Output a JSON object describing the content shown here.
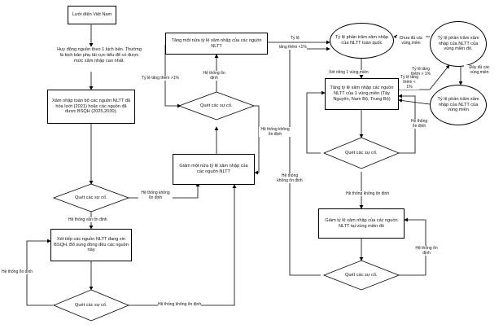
{
  "nodes": {
    "start": "Lưới điện Việt Nam",
    "mobilize": "Huy động nguồn theo 1 kịch bản. Thường là kịch bản phụ tải cực tiểu để có được mức xâm nhập cao nhất.",
    "penetrate_all": "Xâm nhập toàn bộ các nguồn NLTT đã hòa lưới (2021) hoặc các nguồn đã được BSQH (2025,2030).",
    "decision1": "Quét các sự cố.",
    "consider": "Xét tiếp các nguồn NLTT đang xin BSQH. Bổ sung đồng đều các nguồn này",
    "decision2": "Quét các sự cố.",
    "increase_half": "Tăng một nửa tỷ lệ xâm nhập của các nguồn NLTT",
    "decision3": "Quét các sự cố.",
    "decrease_half": "Giảm một nửa tỷ lệ xâm nhập của các nguồn NLTT",
    "pct_national": "Tỷ lệ phần trăm xâm nhập của NLTT toàn quốc",
    "pct_region1": "Tỷ lệ phần trăm xâm nhập của NLTT của vùng miền đó.",
    "pct_region2": "Tỷ lệ phần trăm xâm nhập của NLTT của vùng miền",
    "increase_region": "Tăng tỷ lệ xâm nhập các nguồn NLTT của 1 vùng,miền (Tây Nguyên, Nam Bộ, Trung Bộ)",
    "decision4": "Quét các sự cố.",
    "decrease_region": "Giảm tỷ lệ xâm nhập của các nguồn NLTT tại vùng miền đó",
    "decision5": "Quét các sự cố."
  },
  "labels": {
    "stable": "Hệ thống vẫn ổn định",
    "unstable1": "Hệ thống không ổn định",
    "stable_left": "Hệ thống ổn định",
    "unstable_bottom": "Hệ thống không ổn định",
    "ratio_increase_1": "Tỷ lệ tăng thêm >1%",
    "stable_mid": "Hệ thống ổn định",
    "unstable_mid": "Hệ thống không ổn định",
    "ratio_label": "Tỷ lệ",
    "ratio_increase_2": "tăng thêm <1%",
    "not_enough": "Chưa đủ các vùng,miền",
    "consider_one": "Xét riêng 1 vùng,miền",
    "ratio_increase_3": "Tỷ lệ tăng thêm > 1%",
    "enough": "Đầy đủ các vùng,miền",
    "ratio_increase_4": "Tỷ lệ tăng thêm < 1%",
    "stable_right": "Hệ thống ổn định",
    "unstable_right": "Hệ thống không ổn định",
    "unstable_right2": "Hệ thống không ổn định",
    "stable_right2": "Hệ thống ổn định"
  }
}
